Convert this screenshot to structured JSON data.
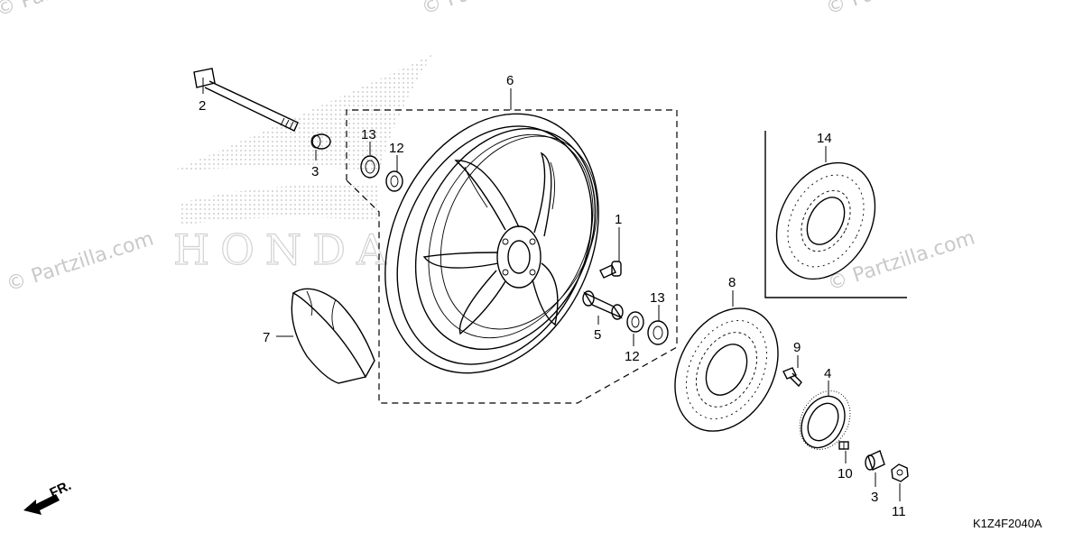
{
  "diagram": {
    "diagram_code": "K1Z4F2040A",
    "direction_label": "FR.",
    "callouts": [
      "1",
      "2",
      "3",
      "3",
      "4",
      "5",
      "6",
      "7",
      "8",
      "9",
      "10",
      "11",
      "12",
      "12",
      "13",
      "13",
      "14"
    ],
    "background_logo_text": "HONDA",
    "watermark_text": "© Partzilla.com"
  }
}
